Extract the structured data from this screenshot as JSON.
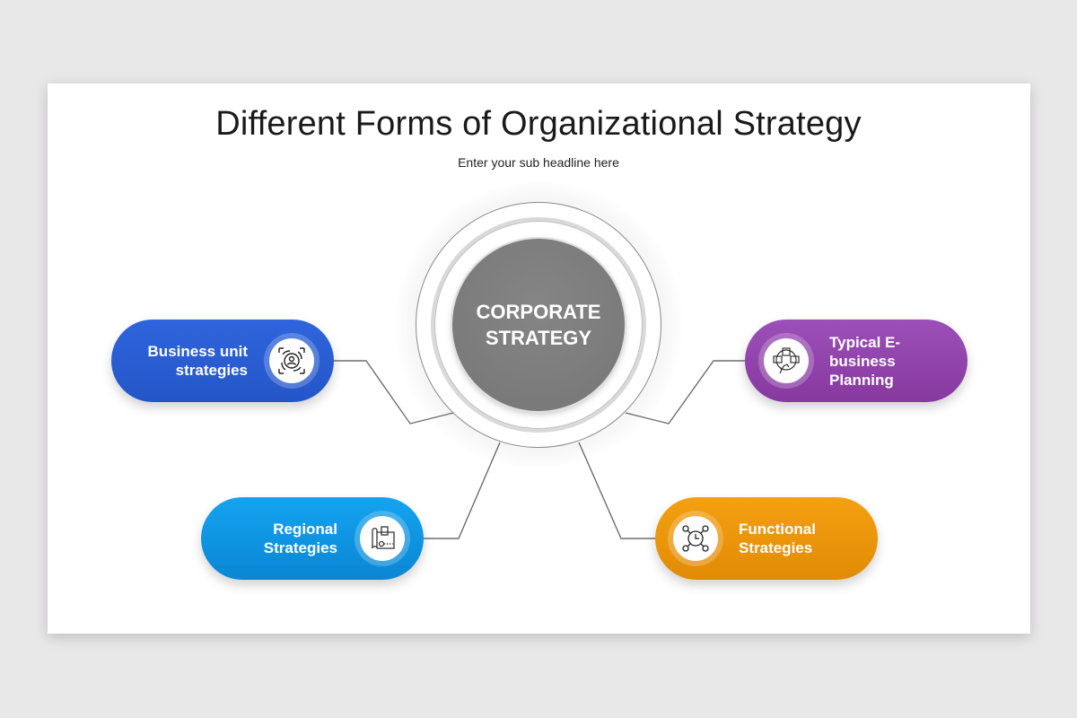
{
  "slide": {
    "title": "Different Forms of Organizational Strategy",
    "subtitle": "Enter your sub headline here"
  },
  "center": {
    "line1": "CORPORATE",
    "line2": "STRATEGY",
    "color": "#7a7a7a"
  },
  "items": [
    {
      "id": "business-unit",
      "lines": [
        "Business unit",
        "strategies"
      ],
      "icon": "target-user-arrows-icon",
      "color": "#2a5cd4",
      "position": "upper-left"
    },
    {
      "id": "e-business",
      "lines": [
        "Typical E-",
        "business",
        "Planning"
      ],
      "icon": "hand-devices-globe-icon",
      "color": "#913fab",
      "position": "upper-right"
    },
    {
      "id": "regional",
      "lines": [
        "Regional",
        "Strategies"
      ],
      "icon": "map-location-icon",
      "color": "#0f95e2",
      "position": "lower-left"
    },
    {
      "id": "functional",
      "lines": [
        "Functional",
        "Strategies"
      ],
      "icon": "clock-network-icon",
      "color": "#eb960a",
      "position": "lower-right"
    }
  ]
}
